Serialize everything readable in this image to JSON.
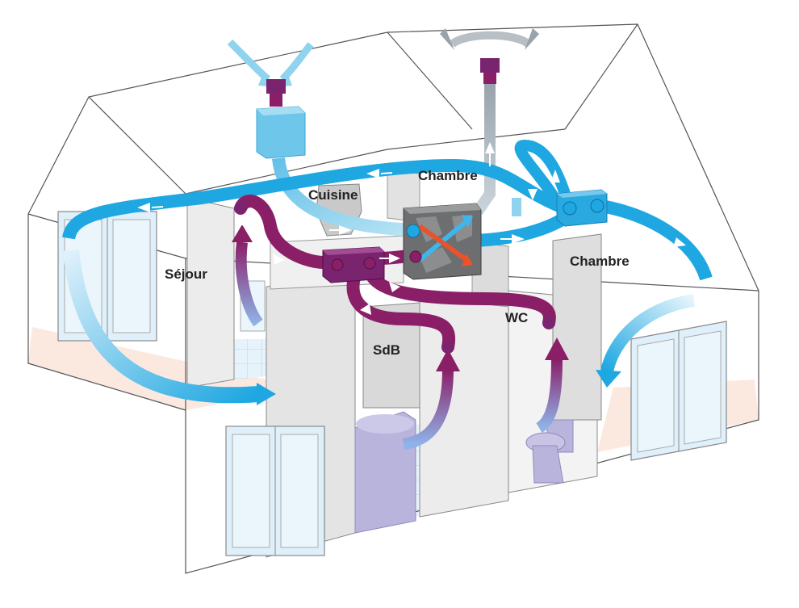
{
  "diagram": {
    "rooms": {
      "sejour": "Séjour",
      "cuisine": "Cuisine",
      "chambre_back": "Chambre",
      "chambre_right": "Chambre",
      "sdb": "SdB",
      "wc": "WC"
    },
    "colors": {
      "fresh_air": "#1ea7e1",
      "fresh_air_light": "#8fd3ee",
      "extract_air": "#8a1f68",
      "exhaust_air": "#9aa3ab",
      "floor": "#fbe9e0",
      "wall": "#ececec",
      "tile": "#e3f1fb",
      "fixture": "#b9b4dc",
      "ventilation_unit": "#6d6e70",
      "extract_box": "#7a2470",
      "supply_box": "#2aa8e0",
      "intake_box": "#6ec6ea"
    },
    "icons": [
      "fresh-air-intake-icon",
      "exhaust-outlet-icon",
      "heat-exchanger-icon"
    ]
  }
}
